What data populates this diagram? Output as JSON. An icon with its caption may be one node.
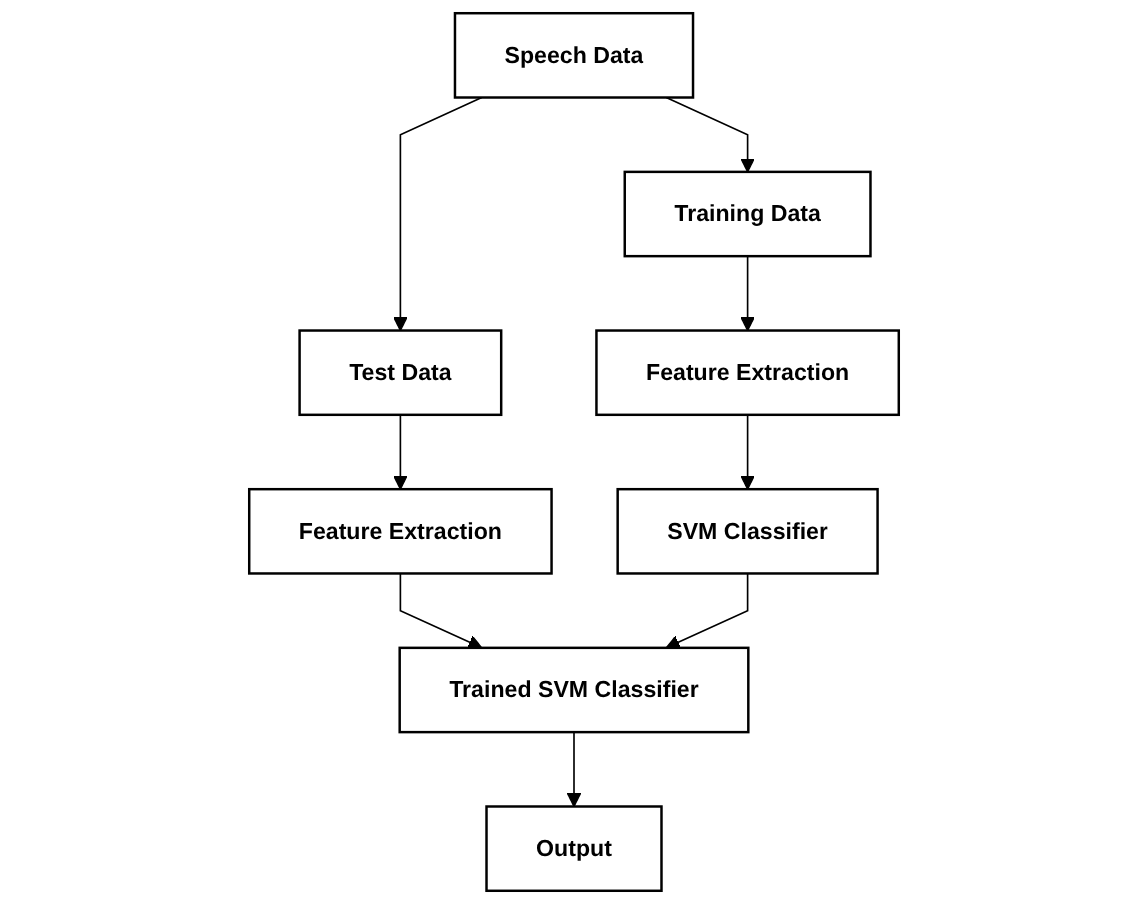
{
  "diagram": {
    "nodes": [
      {
        "text": [
          "Speech Data"
        ]
      },
      {
        "text": [
          "Training Data"
        ]
      },
      {
        "text": [
          "Test Data"
        ]
      },
      {
        "text": [
          "Feature Extraction"
        ]
      },
      {
        "text": [
          "Feature Extraction"
        ]
      },
      {
        "text": [
          "SVM Classifier"
        ]
      },
      {
        "text": [
          "Trained SVM Classifier"
        ]
      },
      {
        "text": [
          "Output"
        ]
      }
    ],
    "edges": [
      {
        "from": 0,
        "to": 1,
        "arrow": "to"
      },
      {
        "from": 0,
        "to": 2,
        "arrow": "to"
      },
      {
        "from": 1,
        "to": 3,
        "arrow": "to"
      },
      {
        "from": 2,
        "to": 4,
        "arrow": "to"
      },
      {
        "from": 3,
        "to": 5,
        "arrow": "to"
      },
      {
        "from": 4,
        "to": 6,
        "arrow": "to"
      },
      {
        "from": 5,
        "to": 6,
        "arrow": "to"
      },
      {
        "from": 6,
        "to": 7,
        "arrow": "to"
      }
    ]
  }
}
